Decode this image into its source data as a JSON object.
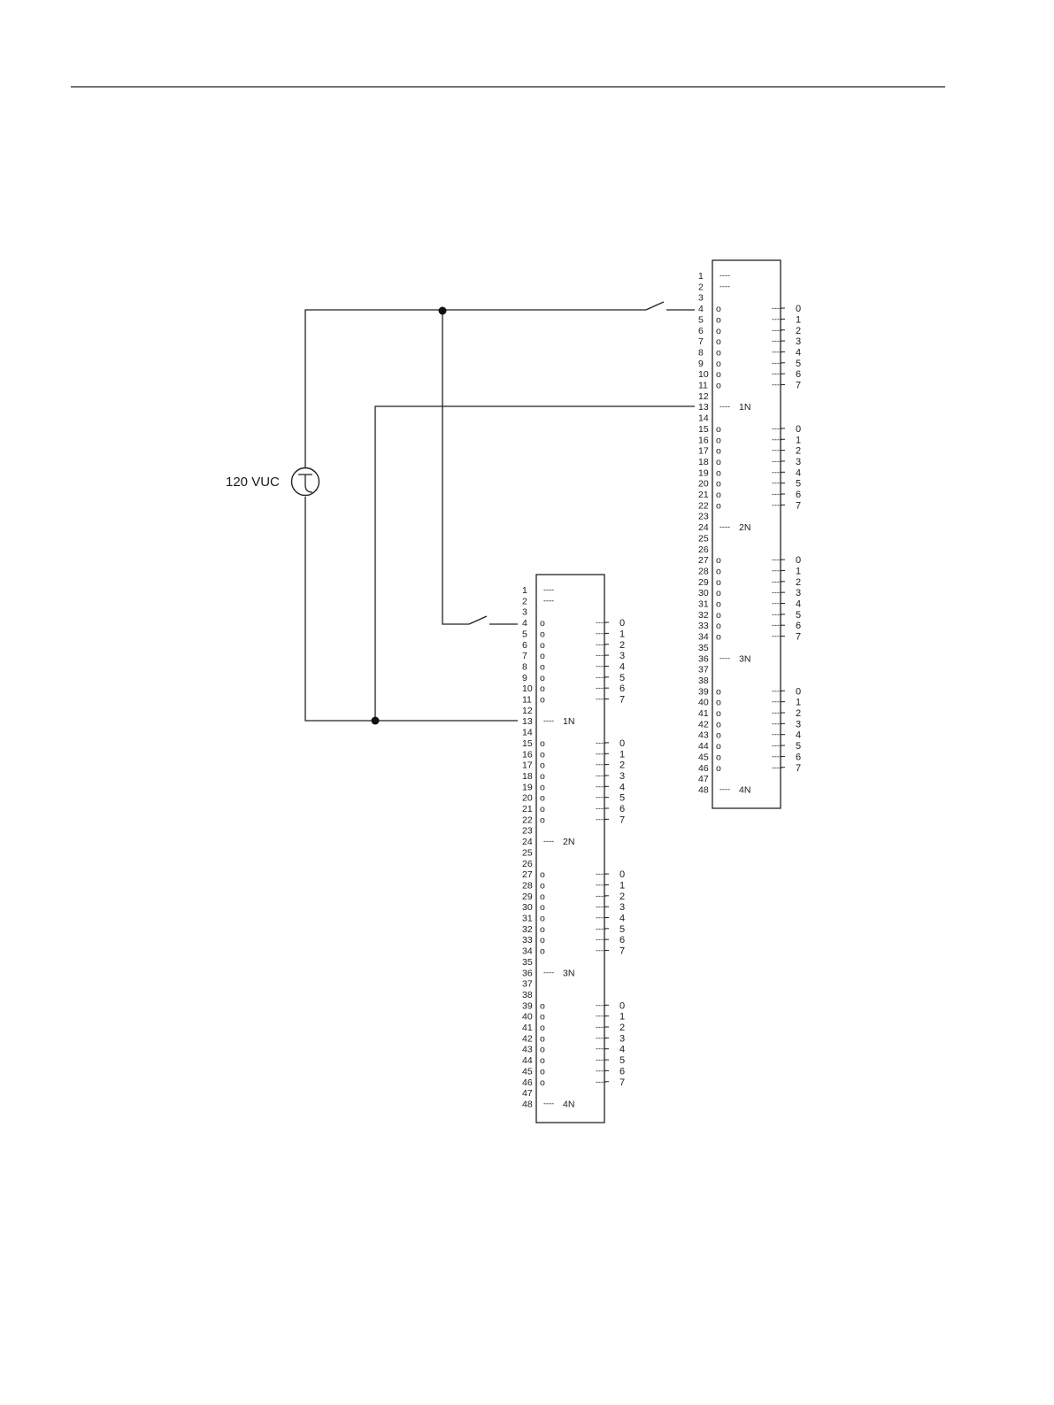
{
  "source": {
    "label": "120 VUC",
    "symbol": "ac-source-icon"
  },
  "module_pins": [
    "1",
    "2",
    "3",
    "4",
    "5",
    "6",
    "7",
    "8",
    "9",
    "10",
    "11",
    "12",
    "13",
    "14",
    "15",
    "16",
    "17",
    "18",
    "19",
    "20",
    "21",
    "22",
    "23",
    "24",
    "25",
    "26",
    "27",
    "28",
    "29",
    "30",
    "31",
    "32",
    "33",
    "34",
    "35",
    "36",
    "37",
    "38",
    "39",
    "40",
    "41",
    "42",
    "43",
    "44",
    "45",
    "46",
    "47",
    "48"
  ],
  "module_rows": {
    "top_dash_pins": [
      1,
      2
    ],
    "groups": [
      {
        "input_pins": [
          4,
          5,
          6,
          7,
          8,
          9,
          10,
          11
        ],
        "common_pin": 13,
        "common_label": "1N"
      },
      {
        "input_pins": [
          15,
          16,
          17,
          18,
          19,
          20,
          21,
          22
        ],
        "common_pin": 24,
        "common_label": "2N"
      },
      {
        "input_pins": [
          27,
          28,
          29,
          30,
          31,
          32,
          33,
          34
        ],
        "common_pin": 36,
        "common_label": "3N"
      },
      {
        "input_pins": [
          39,
          40,
          41,
          42,
          43,
          44,
          45,
          46
        ],
        "common_pin": 48,
        "common_label": "4N"
      }
    ],
    "bit_labels": [
      "0",
      "1",
      "2",
      "3",
      "4",
      "5",
      "6",
      "7"
    ],
    "input_marker": "o",
    "dash_marker": "----"
  },
  "modules": [
    {
      "name": "module-upper",
      "switch_on_pin": 4,
      "neutral_on_pin": 13
    },
    {
      "name": "module-lower",
      "switch_on_pin": 4,
      "neutral_on_pin": 13
    }
  ]
}
